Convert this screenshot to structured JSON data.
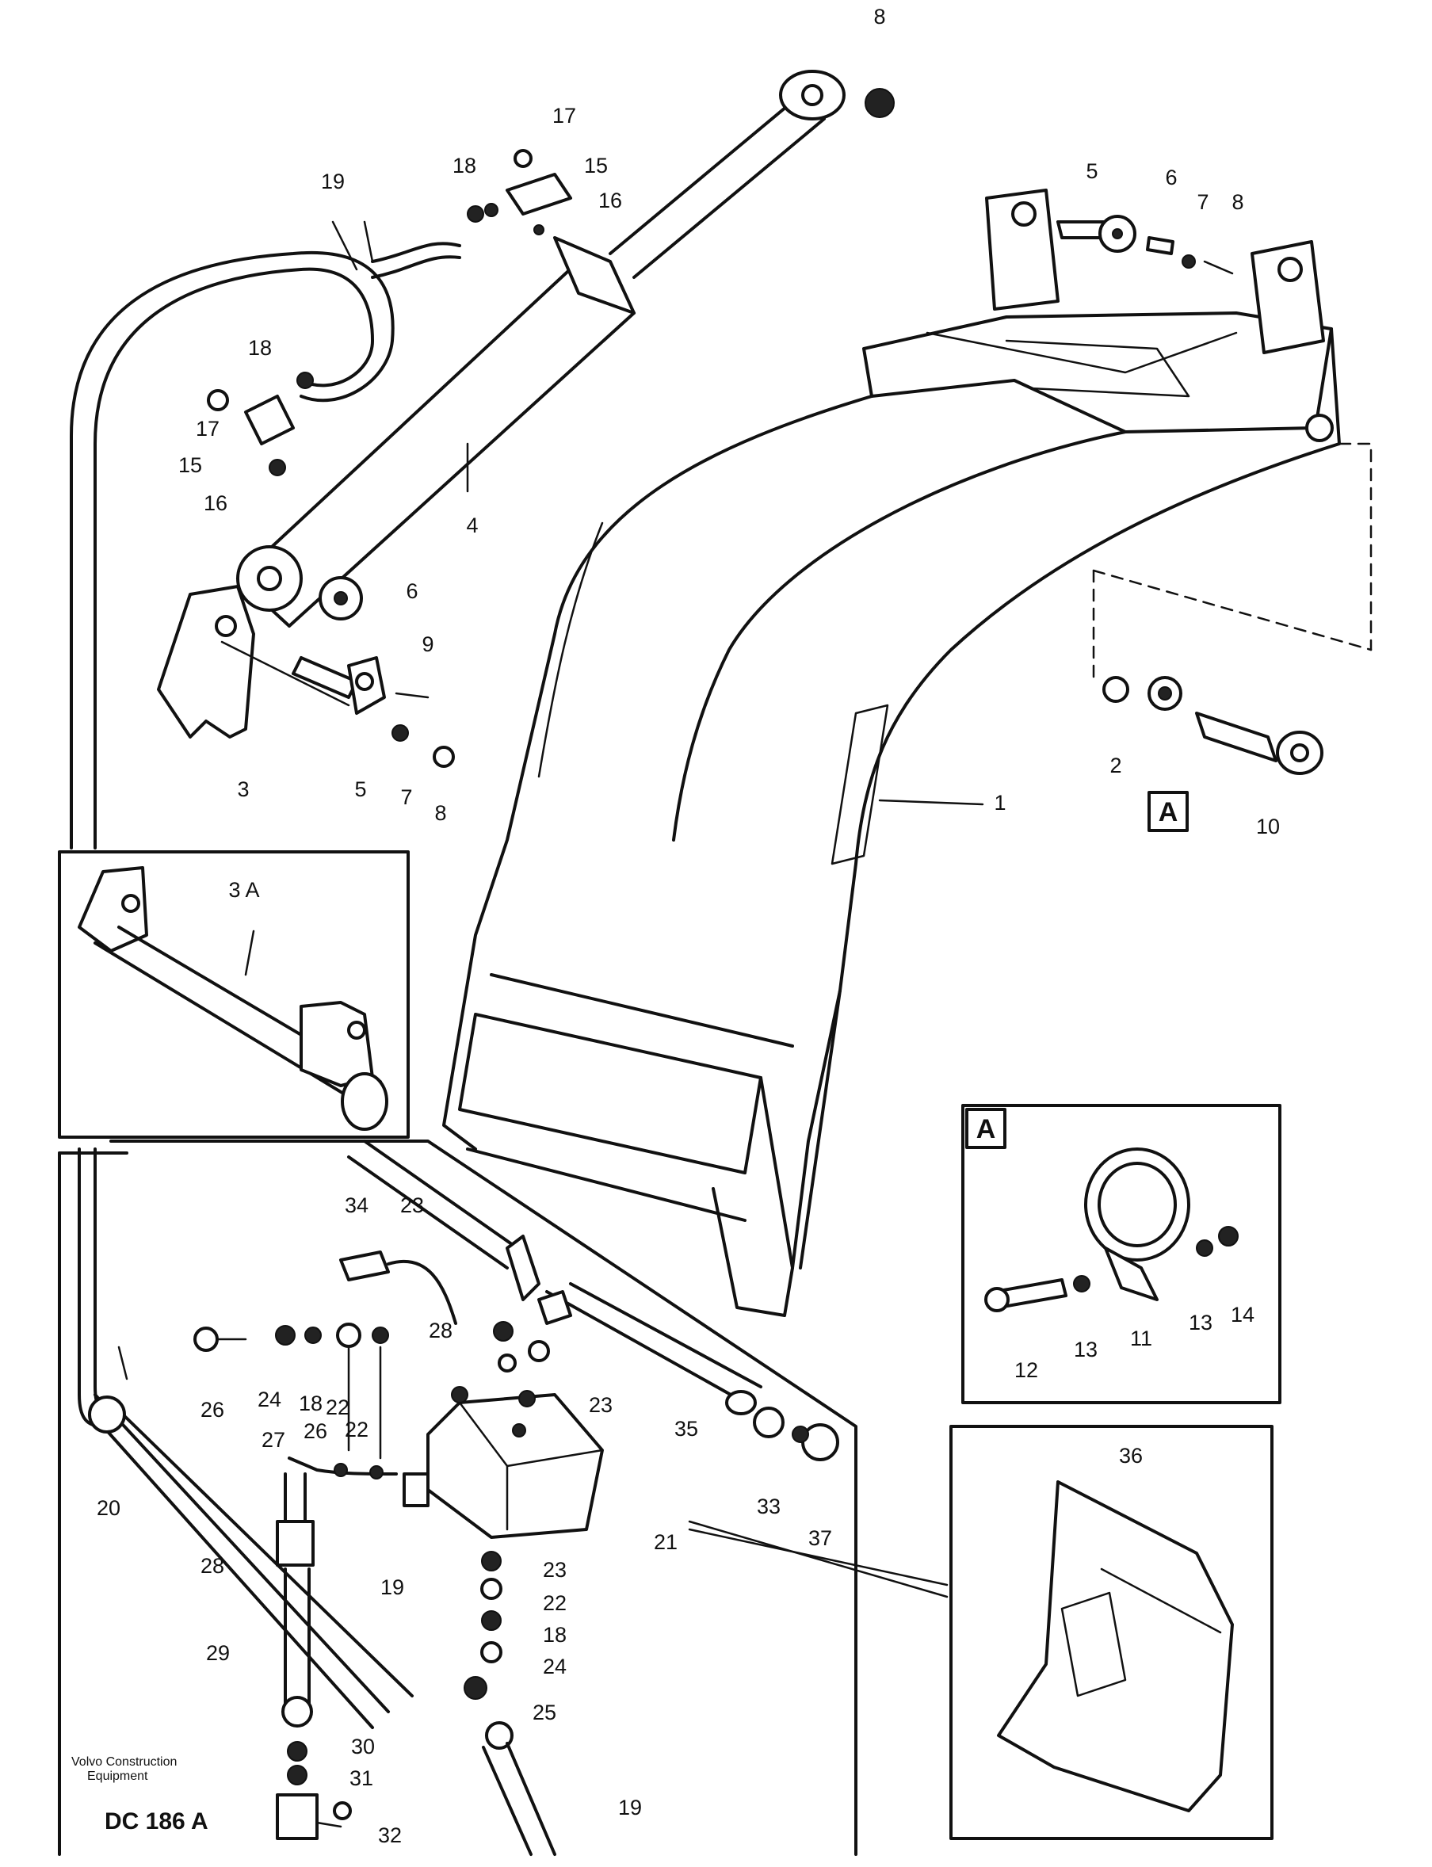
{
  "callouts": [
    {
      "text": "8"
    },
    {
      "text": "17"
    },
    {
      "text": "18"
    },
    {
      "text": "15"
    },
    {
      "text": "19"
    },
    {
      "text": "16"
    },
    {
      "text": "5"
    },
    {
      "text": "6"
    },
    {
      "text": "7"
    },
    {
      "text": "8"
    },
    {
      "text": "18"
    },
    {
      "text": "17"
    },
    {
      "text": "15"
    },
    {
      "text": "16"
    },
    {
      "text": "4"
    },
    {
      "text": "6"
    },
    {
      "text": "9"
    },
    {
      "text": "3"
    },
    {
      "text": "5"
    },
    {
      "text": "7"
    },
    {
      "text": "8"
    },
    {
      "text": "1"
    },
    {
      "text": "2"
    },
    {
      "text": "10"
    },
    {
      "text": "3 A"
    },
    {
      "text": "34"
    },
    {
      "text": "23"
    },
    {
      "text": "28"
    },
    {
      "text": "23"
    },
    {
      "text": "26"
    },
    {
      "text": "24"
    },
    {
      "text": "18"
    },
    {
      "text": "22"
    },
    {
      "text": "27"
    },
    {
      "text": "26"
    },
    {
      "text": "22"
    },
    {
      "text": "20"
    },
    {
      "text": "35"
    },
    {
      "text": "33"
    },
    {
      "text": "37"
    },
    {
      "text": "21"
    },
    {
      "text": "28"
    },
    {
      "text": "19"
    },
    {
      "text": "29"
    },
    {
      "text": "23"
    },
    {
      "text": "22"
    },
    {
      "text": "18"
    },
    {
      "text": "24"
    },
    {
      "text": "25"
    },
    {
      "text": "30"
    },
    {
      "text": "31"
    },
    {
      "text": "32"
    },
    {
      "text": "19"
    },
    {
      "text": "12"
    },
    {
      "text": "13"
    },
    {
      "text": "11"
    },
    {
      "text": "13"
    },
    {
      "text": "14"
    },
    {
      "text": "36"
    }
  ],
  "detail_marker": "A",
  "detail_box_label": "A",
  "footer": {
    "brand_line1": "Volvo Construction",
    "brand_line2": "Equipment",
    "drawing_code": "DC 186 A"
  }
}
